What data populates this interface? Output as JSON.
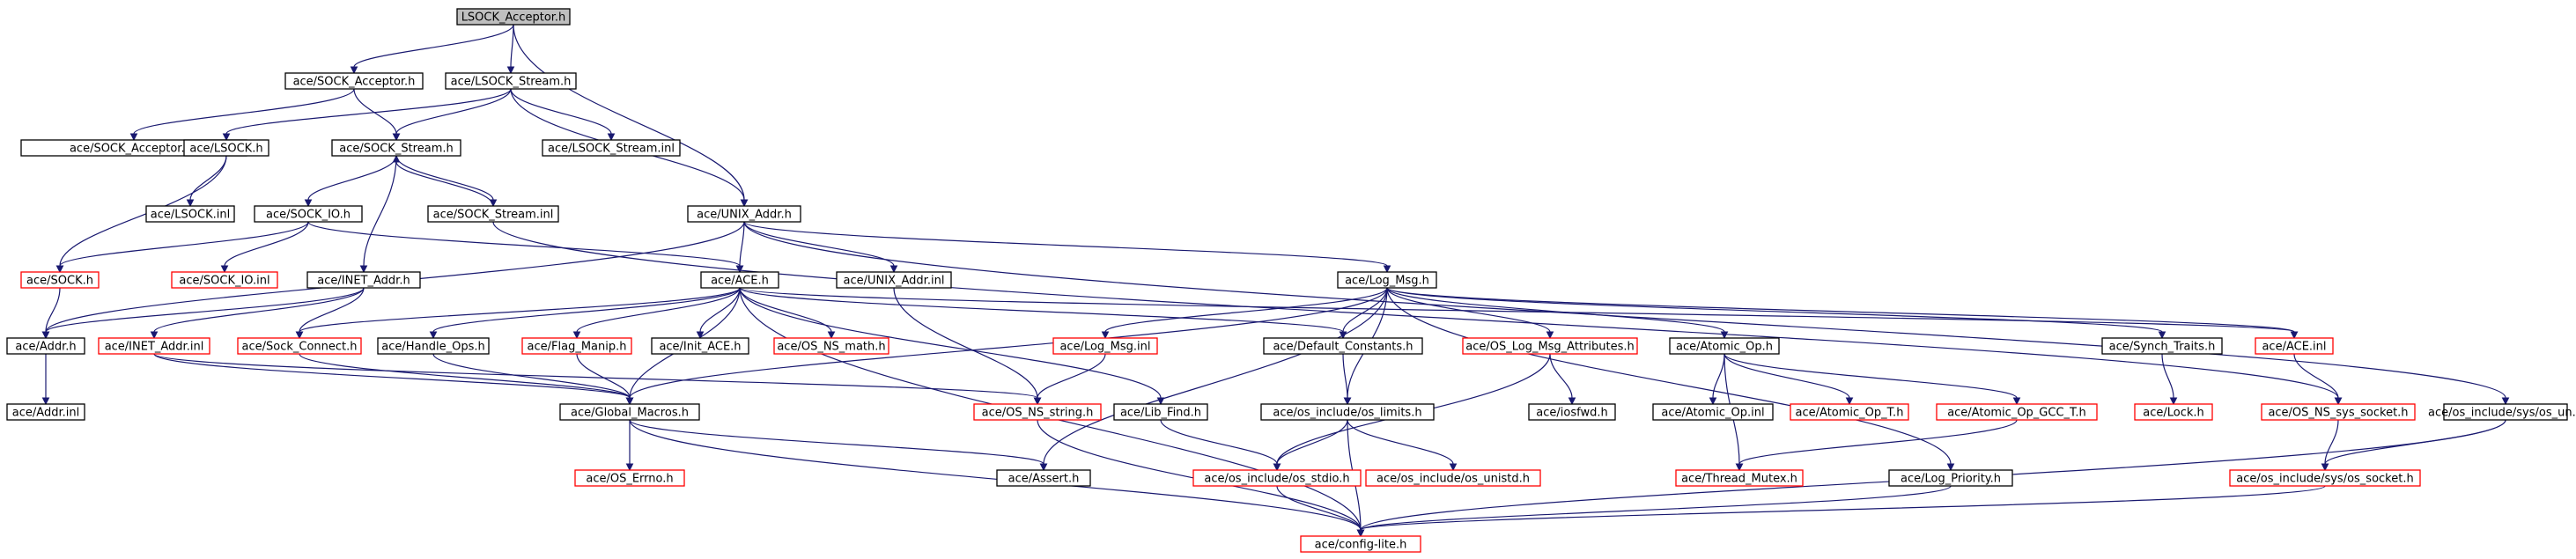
{
  "colors": {
    "root_fill": "#bfbfbf",
    "root_border": "#000000",
    "doc_border": "#000000",
    "undoc_border": "#ff0000",
    "edge": "#191970"
  },
  "nodes": [
    {
      "id": "lsock_acceptor_h",
      "label": "LSOCK_Acceptor.h",
      "kind": "root"
    },
    {
      "id": "sock_acceptor_h",
      "label": "ace/SOCK_Acceptor.h",
      "kind": "doc"
    },
    {
      "id": "lsock_stream_h",
      "label": "ace/LSOCK_Stream.h",
      "kind": "doc"
    },
    {
      "id": "sock_acceptor_inl",
      "label": "ace/SOCK_Acceptor.inl",
      "kind": "doc"
    },
    {
      "id": "lsock_h",
      "label": "ace/LSOCK.h",
      "kind": "doc"
    },
    {
      "id": "sock_stream_h",
      "label": "ace/SOCK_Stream.h",
      "kind": "doc"
    },
    {
      "id": "lsock_stream_inl",
      "label": "ace/LSOCK_Stream.inl",
      "kind": "doc"
    },
    {
      "id": "lsock_inl",
      "label": "ace/LSOCK.inl",
      "kind": "doc"
    },
    {
      "id": "sock_io_h",
      "label": "ace/SOCK_IO.h",
      "kind": "doc"
    },
    {
      "id": "sock_stream_inl",
      "label": "ace/SOCK_Stream.inl",
      "kind": "doc"
    },
    {
      "id": "unix_addr_h",
      "label": "ace/UNIX_Addr.h",
      "kind": "doc"
    },
    {
      "id": "sock_h",
      "label": "ace/SOCK.h",
      "kind": "undoc"
    },
    {
      "id": "sock_io_inl",
      "label": "ace/SOCK_IO.inl",
      "kind": "undoc"
    },
    {
      "id": "inet_addr_h",
      "label": "ace/INET_Addr.h",
      "kind": "doc"
    },
    {
      "id": "ace_h",
      "label": "ace/ACE.h",
      "kind": "doc"
    },
    {
      "id": "unix_addr_inl",
      "label": "ace/UNIX_Addr.inl",
      "kind": "doc"
    },
    {
      "id": "log_msg_h",
      "label": "ace/Log_Msg.h",
      "kind": "doc"
    },
    {
      "id": "addr_h",
      "label": "ace/Addr.h",
      "kind": "doc"
    },
    {
      "id": "inet_addr_inl",
      "label": "ace/INET_Addr.inl",
      "kind": "undoc"
    },
    {
      "id": "sock_connect_h",
      "label": "ace/Sock_Connect.h",
      "kind": "undoc"
    },
    {
      "id": "handle_ops_h",
      "label": "ace/Handle_Ops.h",
      "kind": "doc"
    },
    {
      "id": "flag_manip_h",
      "label": "ace/Flag_Manip.h",
      "kind": "undoc"
    },
    {
      "id": "init_ace_h",
      "label": "ace/Init_ACE.h",
      "kind": "doc"
    },
    {
      "id": "os_ns_math_h",
      "label": "ace/OS_NS_math.h",
      "kind": "undoc"
    },
    {
      "id": "log_msg_inl",
      "label": "ace/Log_Msg.inl",
      "kind": "undoc"
    },
    {
      "id": "default_constants_h",
      "label": "ace/Default_Constants.h",
      "kind": "doc"
    },
    {
      "id": "os_log_msg_attributes_h",
      "label": "ace/OS_Log_Msg_Attributes.h",
      "kind": "undoc"
    },
    {
      "id": "atomic_op_h",
      "label": "ace/Atomic_Op.h",
      "kind": "doc"
    },
    {
      "id": "synch_traits_h",
      "label": "ace/Synch_Traits.h",
      "kind": "doc"
    },
    {
      "id": "ace_inl",
      "label": "ace/ACE.inl",
      "kind": "undoc"
    },
    {
      "id": "addr_inl",
      "label": "ace/Addr.inl",
      "kind": "doc"
    },
    {
      "id": "global_macros_h",
      "label": "ace/Global_Macros.h",
      "kind": "doc"
    },
    {
      "id": "os_ns_string_h",
      "label": "ace/OS_NS_string.h",
      "kind": "undoc"
    },
    {
      "id": "lib_find_h",
      "label": "ace/Lib_Find.h",
      "kind": "doc"
    },
    {
      "id": "os_include_os_limits_h",
      "label": "ace/os_include/os_limits.h",
      "kind": "doc"
    },
    {
      "id": "iosfwd_h",
      "label": "ace/iosfwd.h",
      "kind": "doc"
    },
    {
      "id": "atomic_op_inl",
      "label": "ace/Atomic_Op.inl",
      "kind": "doc"
    },
    {
      "id": "atomic_op_t_h",
      "label": "ace/Atomic_Op_T.h",
      "kind": "undoc"
    },
    {
      "id": "atomic_op_gcc_t_h",
      "label": "ace/Atomic_Op_GCC_T.h",
      "kind": "undoc"
    },
    {
      "id": "lock_h",
      "label": "ace/Lock.h",
      "kind": "undoc"
    },
    {
      "id": "os_ns_sys_socket_h",
      "label": "ace/OS_NS_sys_socket.h",
      "kind": "undoc"
    },
    {
      "id": "os_include_sys_os_un_h",
      "label": "ace/os_include/sys/os_un.h",
      "kind": "doc"
    },
    {
      "id": "os_errno_h",
      "label": "ace/OS_Errno.h",
      "kind": "undoc"
    },
    {
      "id": "assert_h",
      "label": "ace/Assert.h",
      "kind": "doc"
    },
    {
      "id": "os_include_os_stdio_h",
      "label": "ace/os_include/os_stdio.h",
      "kind": "undoc"
    },
    {
      "id": "os_include_os_unistd_h",
      "label": "ace/os_include/os_unistd.h",
      "kind": "undoc"
    },
    {
      "id": "thread_mutex_h",
      "label": "ace/Thread_Mutex.h",
      "kind": "undoc"
    },
    {
      "id": "log_priority_h",
      "label": "ace/Log_Priority.h",
      "kind": "doc"
    },
    {
      "id": "os_include_sys_os_socket_h",
      "label": "ace/os_include/sys/os_socket.h",
      "kind": "undoc"
    },
    {
      "id": "config_lite_h",
      "label": "ace/config-lite.h",
      "kind": "undoc"
    }
  ],
  "edges": [
    [
      "lsock_acceptor_h",
      "sock_acceptor_h"
    ],
    [
      "lsock_acceptor_h",
      "lsock_stream_h"
    ],
    [
      "lsock_acceptor_h",
      "unix_addr_h"
    ],
    [
      "sock_acceptor_h",
      "sock_acceptor_inl"
    ],
    [
      "sock_acceptor_h",
      "sock_stream_h"
    ],
    [
      "lsock_stream_h",
      "lsock_h"
    ],
    [
      "lsock_stream_h",
      "sock_stream_h"
    ],
    [
      "lsock_stream_h",
      "lsock_stream_inl"
    ],
    [
      "lsock_stream_h",
      "unix_addr_h"
    ],
    [
      "lsock_h",
      "lsock_inl"
    ],
    [
      "lsock_h",
      "sock_h"
    ],
    [
      "sock_stream_h",
      "sock_io_h"
    ],
    [
      "sock_stream_h",
      "inet_addr_h"
    ],
    [
      "sock_stream_h",
      "sock_stream_inl"
    ],
    [
      "sock_stream_inl",
      "sock_stream_h"
    ],
    [
      "sock_stream_inl",
      "os_ns_sys_socket_h"
    ],
    [
      "sock_io_h",
      "sock_h"
    ],
    [
      "sock_io_h",
      "sock_io_inl"
    ],
    [
      "sock_io_h",
      "ace_h"
    ],
    [
      "sock_h",
      "addr_h"
    ],
    [
      "unix_addr_h",
      "addr_h"
    ],
    [
      "unix_addr_h",
      "ace_h"
    ],
    [
      "unix_addr_h",
      "unix_addr_inl"
    ],
    [
      "unix_addr_h",
      "log_msg_h"
    ],
    [
      "unix_addr_h",
      "os_include_sys_os_un_h"
    ],
    [
      "inet_addr_h",
      "addr_h"
    ],
    [
      "inet_addr_h",
      "inet_addr_inl"
    ],
    [
      "inet_addr_h",
      "sock_connect_h"
    ],
    [
      "inet_addr_inl",
      "global_macros_h"
    ],
    [
      "inet_addr_inl",
      "os_ns_string_h"
    ],
    [
      "addr_h",
      "addr_inl"
    ],
    [
      "ace_h",
      "sock_connect_h"
    ],
    [
      "ace_h",
      "handle_ops_h"
    ],
    [
      "ace_h",
      "flag_manip_h"
    ],
    [
      "ace_h",
      "init_ace_h"
    ],
    [
      "ace_h",
      "os_ns_math_h"
    ],
    [
      "ace_h",
      "global_macros_h"
    ],
    [
      "ace_h",
      "default_constants_h"
    ],
    [
      "ace_h",
      "lib_find_h"
    ],
    [
      "ace_h",
      "ace_inl"
    ],
    [
      "ace_h",
      "config_lite_h"
    ],
    [
      "unix_addr_inl",
      "os_ns_string_h"
    ],
    [
      "sock_connect_h",
      "global_macros_h"
    ],
    [
      "handle_ops_h",
      "global_macros_h"
    ],
    [
      "flag_manip_h",
      "global_macros_h"
    ],
    [
      "global_macros_h",
      "os_errno_h"
    ],
    [
      "global_macros_h",
      "assert_h"
    ],
    [
      "global_macros_h",
      "config_lite_h"
    ],
    [
      "log_msg_h",
      "global_macros_h"
    ],
    [
      "log_msg_h",
      "log_msg_inl"
    ],
    [
      "log_msg_h",
      "default_constants_h"
    ],
    [
      "log_msg_h",
      "os_log_msg_attributes_h"
    ],
    [
      "log_msg_h",
      "atomic_op_h"
    ],
    [
      "log_msg_h",
      "synch_traits_h"
    ],
    [
      "log_msg_h",
      "os_include_os_limits_h"
    ],
    [
      "log_msg_h",
      "log_priority_h"
    ],
    [
      "log_msg_h",
      "assert_h"
    ],
    [
      "log_msg_h",
      "ace_inl"
    ],
    [
      "log_msg_inl",
      "os_ns_string_h"
    ],
    [
      "os_ns_string_h",
      "config_lite_h"
    ],
    [
      "lib_find_h",
      "os_include_os_stdio_h"
    ],
    [
      "default_constants_h",
      "os_include_os_limits_h"
    ],
    [
      "os_log_msg_attributes_h",
      "iosfwd_h"
    ],
    [
      "os_log_msg_attributes_h",
      "os_include_os_stdio_h"
    ],
    [
      "os_include_os_limits_h",
      "os_include_os_stdio_h"
    ],
    [
      "os_include_os_limits_h",
      "os_include_os_unistd_h"
    ],
    [
      "os_include_os_limits_h",
      "config_lite_h"
    ],
    [
      "os_include_os_stdio_h",
      "config_lite_h"
    ],
    [
      "atomic_op_h",
      "atomic_op_inl"
    ],
    [
      "atomic_op_h",
      "atomic_op_t_h"
    ],
    [
      "atomic_op_h",
      "atomic_op_gcc_t_h"
    ],
    [
      "atomic_op_h",
      "thread_mutex_h"
    ],
    [
      "atomic_op_gcc_t_h",
      "thread_mutex_h"
    ],
    [
      "synch_traits_h",
      "lock_h"
    ],
    [
      "ace_inl",
      "os_ns_sys_socket_h"
    ],
    [
      "os_ns_sys_socket_h",
      "os_include_sys_os_socket_h"
    ],
    [
      "os_include_sys_os_un_h",
      "os_include_sys_os_socket_h"
    ],
    [
      "os_include_sys_os_un_h",
      "config_lite_h"
    ],
    [
      "os_include_sys_os_socket_h",
      "config_lite_h"
    ],
    [
      "log_priority_h",
      "config_lite_h"
    ]
  ]
}
